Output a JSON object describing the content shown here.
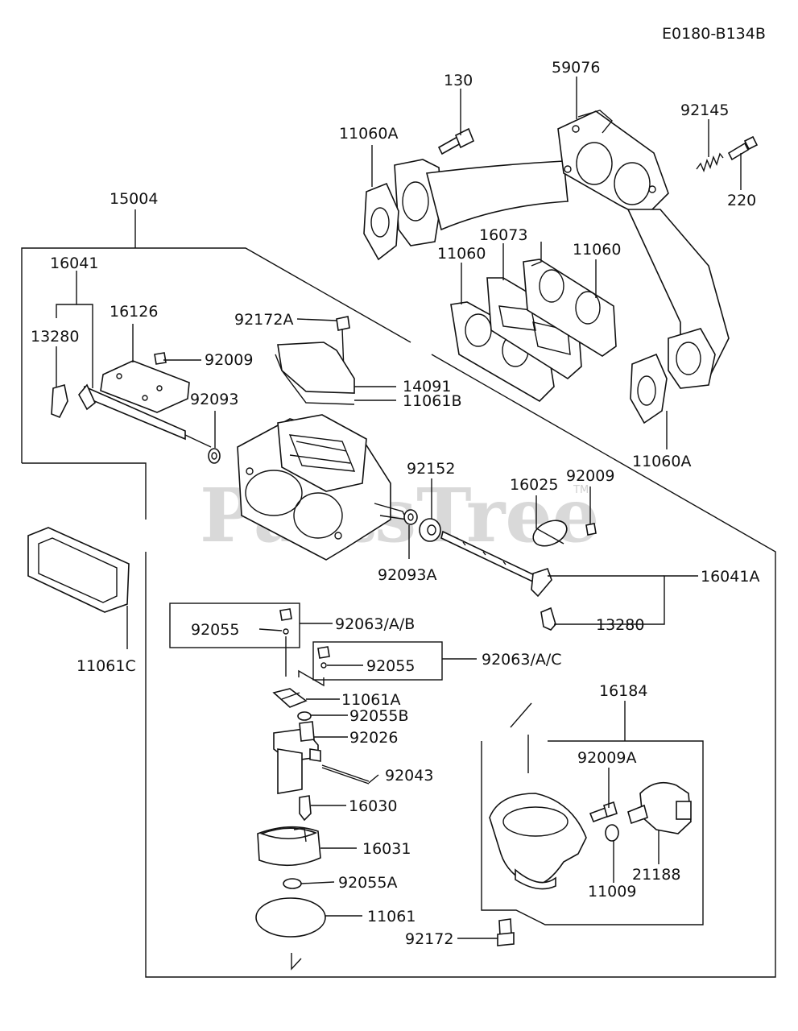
{
  "diagram_code": "E0180-B134B",
  "watermark": "PartsTree",
  "watermark_tm": "TM",
  "part_numbers": {
    "p15004": "15004",
    "p16041": "16041",
    "p13280_left": "13280",
    "p16126": "16126",
    "p92009_top": "92009",
    "p92093": "92093",
    "p92172A": "92172A",
    "p14091": "14091",
    "p11061B": "11061B",
    "p130": "130",
    "p11060A_top": "11060A",
    "p59076": "59076",
    "p92145": "92145",
    "p220": "220",
    "p16073": "16073",
    "p11060_left": "11060",
    "p11060_right": "11060",
    "p11060A_bottom": "11060A",
    "p92152": "92152",
    "p16025": "16025",
    "p92009_right": "92009",
    "p92093A": "92093A",
    "p16041A": "16041A",
    "p13280_right": "13280",
    "p11061C": "11061C",
    "p92055_a": "92055",
    "p92063AB": "92063/A/B",
    "p92055_b": "92055",
    "p92063AC": "92063/A/C",
    "p11061A": "11061A",
    "p92055B": "92055B",
    "p92026": "92026",
    "p92043": "92043",
    "p16030": "16030",
    "p16031": "16031",
    "p92055A": "92055A",
    "p11061": "11061",
    "p92172": "92172",
    "p16184": "16184",
    "p92009A": "92009A",
    "p21188": "21188",
    "p11009": "11009"
  }
}
